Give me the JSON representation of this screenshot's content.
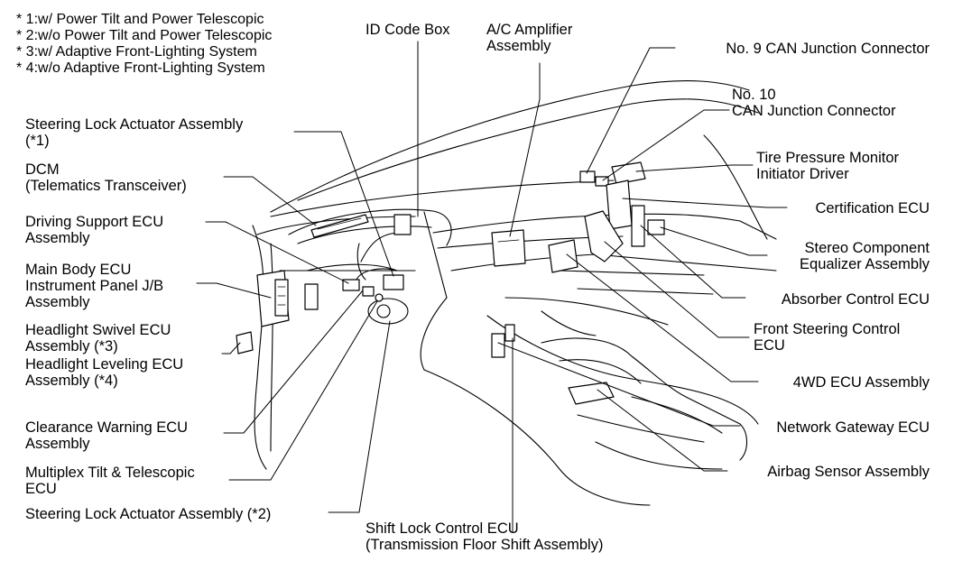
{
  "notes": [
    "* 1:w/ Power Tilt and Power Telescopic",
    "* 2:w/o Power Tilt and Power Telescopic",
    "* 3:w/ Adaptive Front-Lighting System",
    "* 4:w/o Adaptive Front-Lighting System"
  ],
  "labels": {
    "steering_lock_1": [
      "Steering Lock Actuator Assembly",
      "(*1)"
    ],
    "dcm": [
      "DCM",
      "(Telematics Transceiver)"
    ],
    "driving_support": [
      "Driving Support ECU",
      "Assembly"
    ],
    "main_body": [
      "Main Body ECU",
      "Instrument Panel J/B",
      "Assembly"
    ],
    "headlight_swivel": [
      "Headlight Swivel ECU",
      "Assembly (*3)"
    ],
    "headlight_leveling": [
      "Headlight Leveling ECU",
      "Assembly (*4)"
    ],
    "clearance_warning": [
      "Clearance Warning ECU",
      "Assembly"
    ],
    "multiplex_tilt": [
      "Multiplex Tilt & Telescopic",
      "ECU"
    ],
    "steering_lock_2": [
      "Steering Lock Actuator Assembly (*2)"
    ],
    "shift_lock": [
      "Shift Lock Control ECU",
      "(Transmission Floor Shift Assembly)"
    ],
    "id_code_box": [
      "ID Code Box"
    ],
    "ac_amplifier": [
      "A/C Amplifier",
      "Assembly"
    ],
    "can_9": [
      "No. 9 CAN Junction Connector"
    ],
    "can_10": [
      "No. 10",
      "CAN Junction Connector"
    ],
    "tire_pressure": [
      "Tire Pressure Monitor",
      "Initiator Driver"
    ],
    "certification": [
      "Certification ECU"
    ],
    "stereo_eq": [
      "Stereo Component",
      "Equalizer Assembly"
    ],
    "absorber": [
      "Absorber Control ECU"
    ],
    "front_steering": [
      "Front Steering Control",
      "ECU"
    ],
    "fourwd": [
      "4WD ECU Assembly"
    ],
    "network_gateway": [
      "Network Gateway ECU"
    ],
    "airbag": [
      "Airbag Sensor Assembly"
    ]
  }
}
